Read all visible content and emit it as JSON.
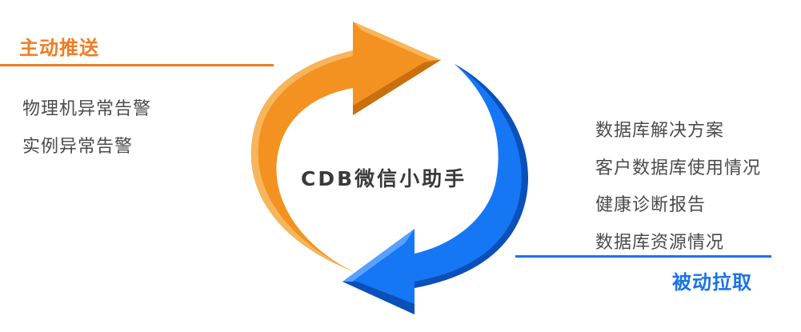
{
  "colors": {
    "push_accent": "#ee7d23",
    "pull_accent": "#1a73e8",
    "orange_arrow_main": "#f39220",
    "orange_arrow_light": "#f7b55c",
    "orange_arrow_dark": "#c96f10",
    "blue_arrow_main": "#1677f5",
    "blue_arrow_light": "#5aa0ff",
    "blue_arrow_dark": "#0b4fb8",
    "text": "#4a4a4a"
  },
  "center": {
    "title": "CDB微信小助手"
  },
  "push": {
    "heading": "主动推送",
    "items": [
      "物理机异常告警",
      "实例异常告警"
    ]
  },
  "pull": {
    "heading": "被动拉取",
    "items": [
      "数据库解决方案",
      "客户数据库使用情况",
      "健康诊断报告",
      "数据库资源情况"
    ]
  },
  "icons": {
    "top_arrow": "curved-arrow-right-icon",
    "bottom_arrow": "curved-arrow-left-icon"
  }
}
